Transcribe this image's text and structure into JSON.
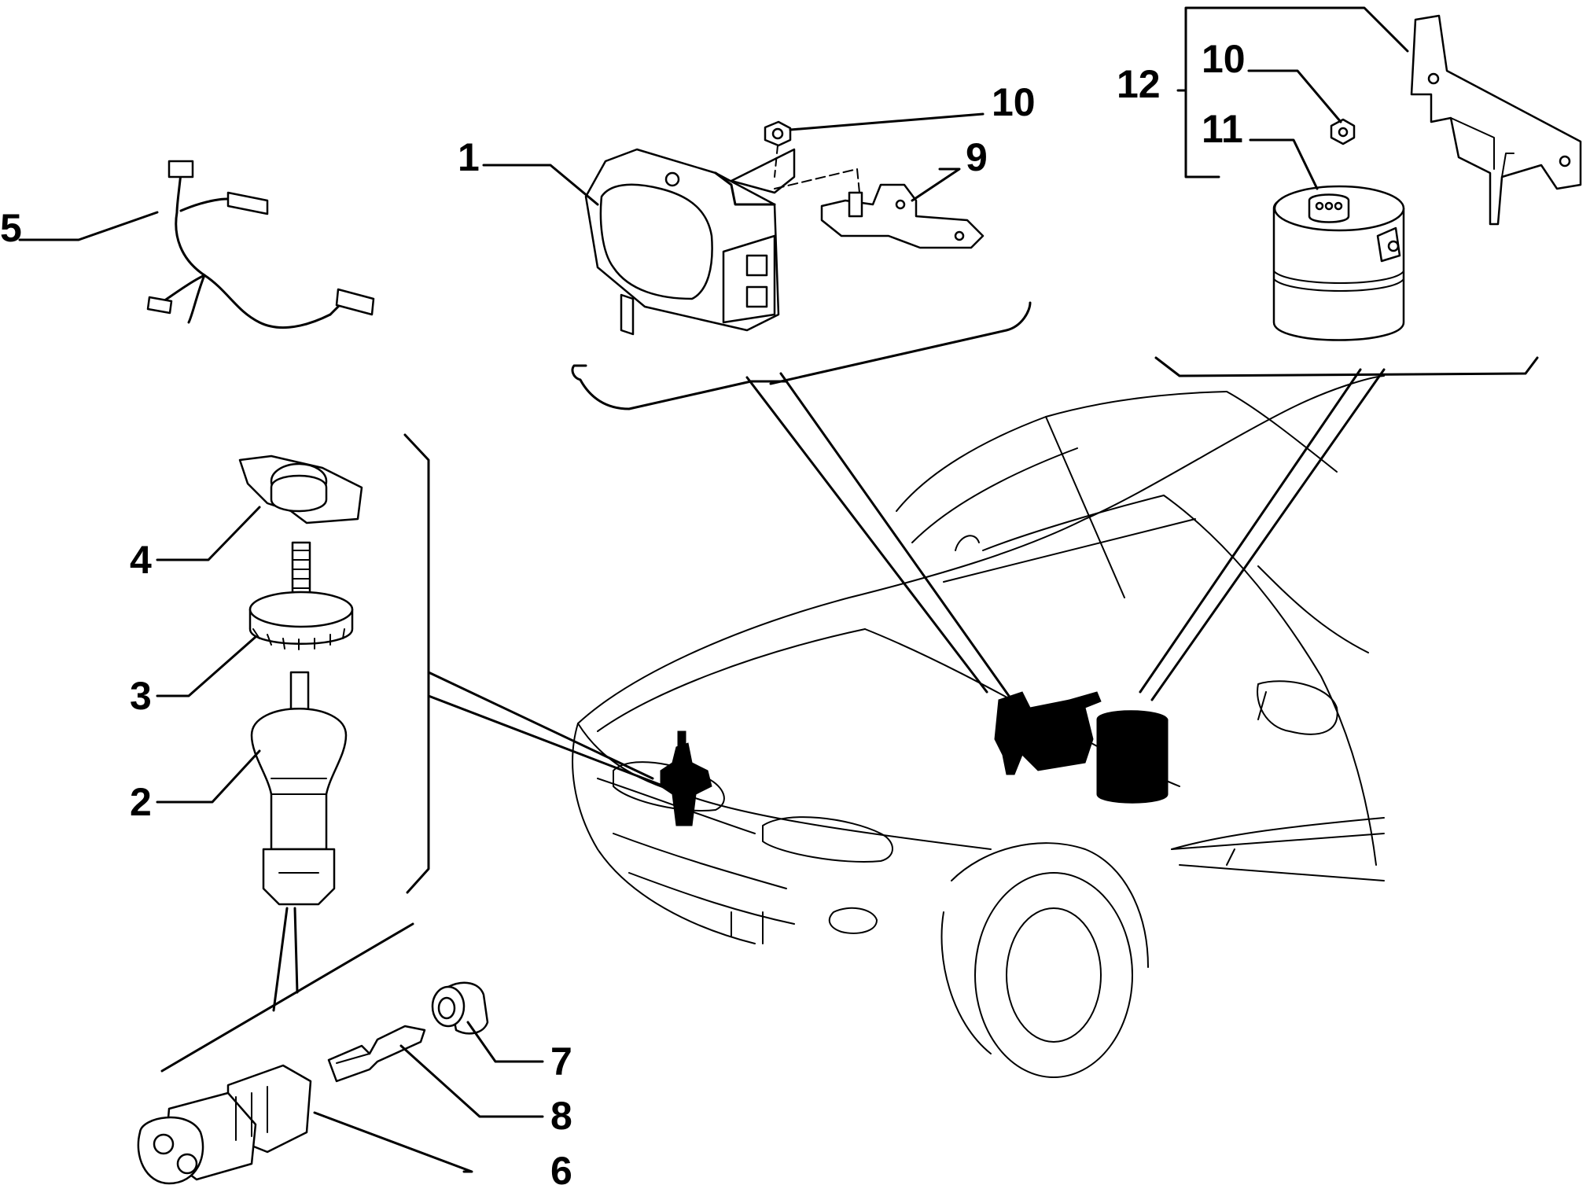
{
  "callouts": [
    {
      "id": "c1",
      "label": "1"
    },
    {
      "id": "c2",
      "label": "2"
    },
    {
      "id": "c3",
      "label": "3"
    },
    {
      "id": "c4",
      "label": "4"
    },
    {
      "id": "c5",
      "label": "5"
    },
    {
      "id": "c6",
      "label": "6"
    },
    {
      "id": "c7",
      "label": "7"
    },
    {
      "id": "c8",
      "label": "8"
    },
    {
      "id": "c9",
      "label": "9"
    },
    {
      "id": "c10a",
      "label": "10"
    },
    {
      "id": "c10b",
      "label": "10"
    },
    {
      "id": "c11",
      "label": "11"
    },
    {
      "id": "c12",
      "label": "12"
    }
  ]
}
